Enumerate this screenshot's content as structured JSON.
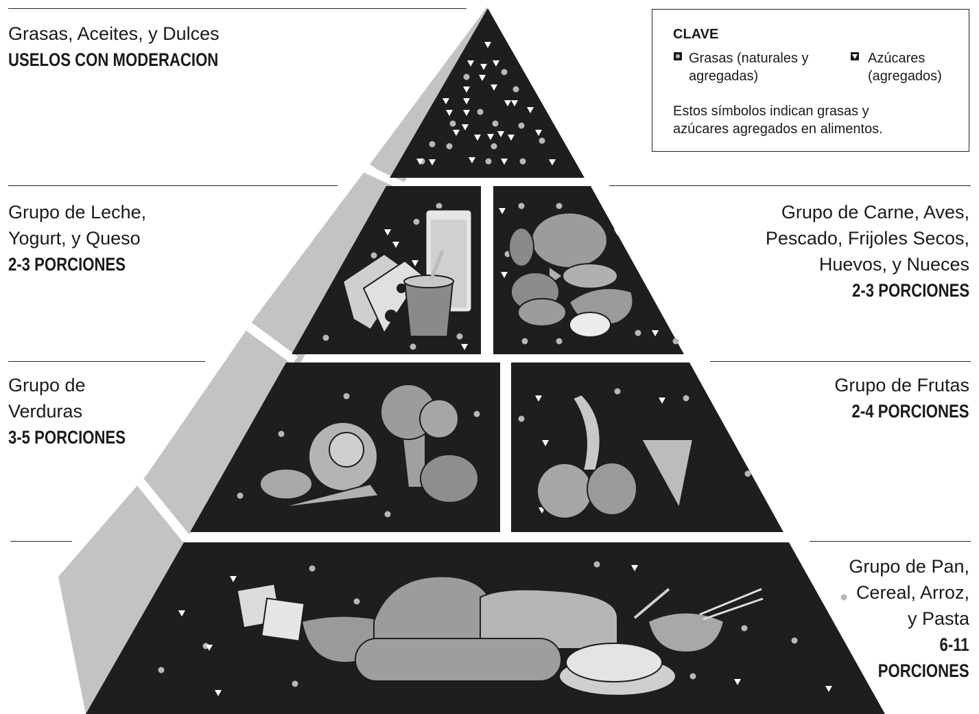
{
  "tiers": {
    "top": {
      "name": "Grasas, Aceites, y Dulces",
      "servings": "USELOS CON MODERACION"
    },
    "milk": {
      "name_lines": [
        "Grupo de Leche,",
        "Yogurt, y Queso"
      ],
      "servings": "2-3 PORCIONES"
    },
    "meat": {
      "name_lines": [
        "Grupo de Carne, Aves,",
        "Pescado, Frijoles Secos,",
        "Huevos, y Nueces"
      ],
      "servings": "2-3 PORCIONES"
    },
    "vegetables": {
      "name_lines": [
        "Grupo de",
        "Verduras"
      ],
      "servings": "3-5 PORCIONES"
    },
    "fruits": {
      "name_lines": [
        "Grupo de Frutas"
      ],
      "servings": "2-4 PORCIONES"
    },
    "bread": {
      "name_lines": [
        "Grupo de Pan,",
        "Cereal, Arroz,",
        "y Pasta"
      ],
      "servings_lines": [
        "6-11",
        "PORCIONES"
      ]
    }
  },
  "legend": {
    "title": "CLAVE",
    "fats_lines": [
      "Grasas (naturales y",
      "agregadas)"
    ],
    "sugars_lines": [
      "Azúcares",
      "(agregados)"
    ],
    "note_lines": [
      "Estos símbolos indican grasas y",
      "azúcares agregados en alimentos."
    ]
  },
  "colors": {
    "tier_fill": "#1e1e1e",
    "side_face": "#c2c2c2",
    "fat_dot": "#b8b8b8",
    "sugar_triangle": "#ffffff",
    "food_fill": "#9a9a9a"
  },
  "icons": {
    "top": [
      "sugar-triangle-icon",
      "fat-dot-icon"
    ],
    "milk": [
      "milk-glass-icon",
      "cheese-icon",
      "yogurt-cup-icon"
    ],
    "meat": [
      "chicken-icon",
      "fish-icon",
      "steak-icon",
      "beans-icon",
      "egg-icon"
    ],
    "vegetables": [
      "broccoli-icon",
      "cabbage-icon",
      "potato-icon",
      "carrot-icon",
      "tomato-icon"
    ],
    "fruits": [
      "banana-icon",
      "orange-icon",
      "apple-icon",
      "grapes-icon"
    ],
    "bread": [
      "crackers-icon",
      "cereal-bowl-icon",
      "bread-loaf-icon",
      "baguette-icon",
      "spaghetti-plate-icon",
      "rice-bowl-icon"
    ]
  }
}
